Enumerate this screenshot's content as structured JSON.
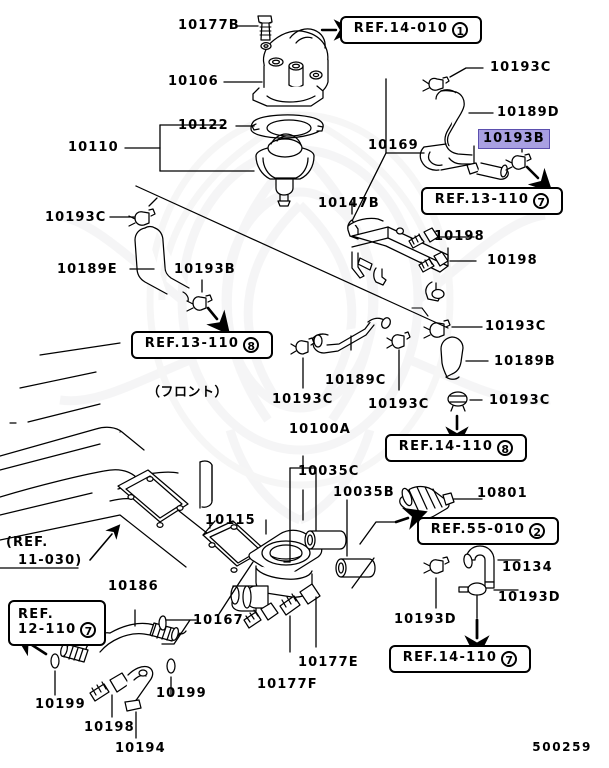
{
  "document": {
    "type": "parts-catalog-diagram",
    "footer_code": "500259",
    "orientation_note": "（フロント）"
  },
  "highlight": {
    "part_number": "10193B",
    "fill_color": "#a9a0e2",
    "border_color": "#5b4fae"
  },
  "ref_boxes": [
    {
      "id": "ref-14-010-1",
      "text": "REF.14-010",
      "circle": "1",
      "lines": 1
    },
    {
      "id": "ref-13-110-7",
      "text": "REF.13-110",
      "circle": "7",
      "lines": 1
    },
    {
      "id": "ref-13-110-8",
      "text": "REF.13-110",
      "circle": "8",
      "lines": 1
    },
    {
      "id": "ref-14-110-8",
      "text": "REF.14-110",
      "circle": "8",
      "lines": 1
    },
    {
      "id": "ref-55-010-2",
      "text": "REF.55-010",
      "circle": "2",
      "lines": 1
    },
    {
      "id": "ref-14-110-7",
      "text": "REF.14-110",
      "circle": "7",
      "lines": 1
    },
    {
      "id": "ref-12-110-7",
      "line1": "REF.",
      "line2": "12-110",
      "circle": "7",
      "lines": 2
    }
  ],
  "inline_ref": {
    "line1": "(REF.",
    "line2": "11-030)"
  },
  "part_labels": [
    {
      "id": "p-10177B",
      "text": "10177B"
    },
    {
      "id": "p-10106",
      "text": "10106"
    },
    {
      "id": "p-10122",
      "text": "10122"
    },
    {
      "id": "p-10110",
      "text": "10110"
    },
    {
      "id": "p-10193C-a",
      "text": "10193C"
    },
    {
      "id": "p-10189D",
      "text": "10189D"
    },
    {
      "id": "p-10169",
      "text": "10169"
    },
    {
      "id": "p-10193C-b",
      "text": "10193C"
    },
    {
      "id": "p-10189E",
      "text": "10189E"
    },
    {
      "id": "p-10193B-left",
      "text": "10193B"
    },
    {
      "id": "p-10147B",
      "text": "10147B"
    },
    {
      "id": "p-10198-a",
      "text": "10198"
    },
    {
      "id": "p-10198-b",
      "text": "10198"
    },
    {
      "id": "p-10193C-c",
      "text": "10193C"
    },
    {
      "id": "p-10189B",
      "text": "10189B"
    },
    {
      "id": "p-10193C-d",
      "text": "10193C"
    },
    {
      "id": "p-10189C",
      "text": "10189C"
    },
    {
      "id": "p-10193C-e",
      "text": "10193C"
    },
    {
      "id": "p-10193C-f",
      "text": "10193C"
    },
    {
      "id": "p-10100A",
      "text": "10100A"
    },
    {
      "id": "p-10035C",
      "text": "10035C"
    },
    {
      "id": "p-10035B",
      "text": "10035B"
    },
    {
      "id": "p-10801",
      "text": "10801"
    },
    {
      "id": "p-10134",
      "text": "10134"
    },
    {
      "id": "p-10193D-a",
      "text": "10193D"
    },
    {
      "id": "p-10193D-b",
      "text": "10193D"
    },
    {
      "id": "p-10115",
      "text": "10115"
    },
    {
      "id": "p-10186",
      "text": "10186"
    },
    {
      "id": "p-10167",
      "text": "10167"
    },
    {
      "id": "p-10199-a",
      "text": "10199"
    },
    {
      "id": "p-10199-b",
      "text": "10199"
    },
    {
      "id": "p-10198-c",
      "text": "10198"
    },
    {
      "id": "p-10194",
      "text": "10194"
    },
    {
      "id": "p-10177E",
      "text": "10177E"
    },
    {
      "id": "p-10177F",
      "text": "10177F"
    }
  ]
}
